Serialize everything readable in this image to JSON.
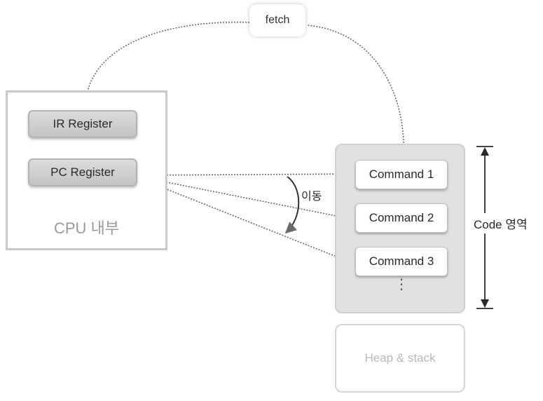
{
  "fetch_label": "fetch",
  "cpu": {
    "ir_register": "IR Register",
    "pc_register": "PC Register",
    "label": "CPU 내부"
  },
  "code": {
    "commands": [
      "Command 1",
      "Command 2",
      "Command 3"
    ],
    "ellipsis": "⋮",
    "range_label": "Code 영역"
  },
  "heap_label": "Heap & stack",
  "move_label": "이동"
}
